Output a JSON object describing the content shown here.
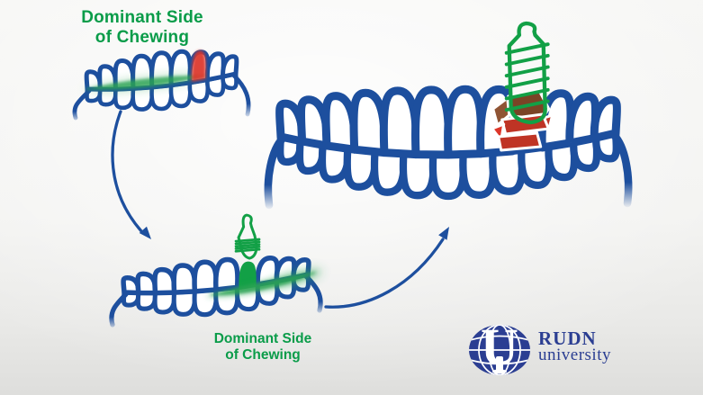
{
  "labels": {
    "dominant_top": {
      "line1": "Dominant Side",
      "line2": "of Chewing"
    },
    "dominant_bottom": {
      "line1": "Dominant Side",
      "line2": "of Chewing"
    }
  },
  "logo": {
    "acronym": "RUDN",
    "word": "university",
    "emblem_letter": "U",
    "emblem_icon": "globe-with-letter-u-icon"
  },
  "diagram": {
    "stages": [
      {
        "id": "stage-damaged-tooth",
        "icon": "teeth-row-with-red-damaged-tooth-icon"
      },
      {
        "id": "stage-implant-placed",
        "icon": "teeth-row-with-green-implant-icon"
      },
      {
        "id": "stage-implant-overload",
        "icon": "teeth-row-with-implant-and-shattered-tooth-icon"
      }
    ],
    "arrows": [
      {
        "id": "arrow-stage1-to-stage2",
        "icon": "curved-arrow-down-icon"
      },
      {
        "id": "arrow-stage2-to-stage3",
        "icon": "curved-arrow-up-icon"
      }
    ]
  },
  "colors": {
    "teeth_outline": "#1d4f9e",
    "label_green": "#0a9c49",
    "swoosh_green": "#2aa352",
    "implant_green": "#12a046",
    "highlight_red": "#dd3629",
    "fracture_brown_dark": "#7a4426",
    "fracture_brown_light": "#8f5434",
    "fracture_red": "#bf3425",
    "logo_navy": "#2b3e92"
  }
}
